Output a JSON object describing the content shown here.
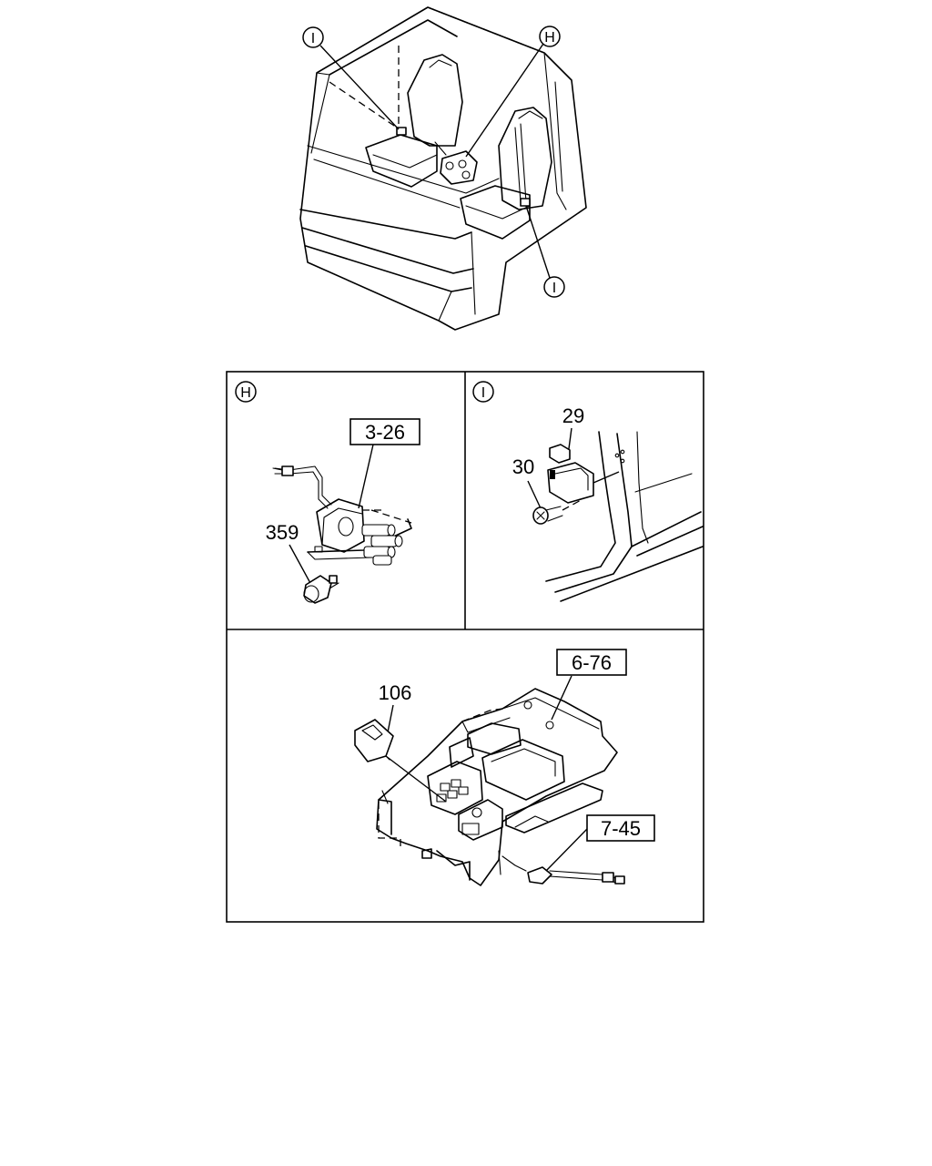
{
  "callouts": {
    "overview_i_top": "I",
    "overview_h": "H",
    "overview_i_bottom": "I",
    "panel_h_marker": "H",
    "panel_i_marker": "I"
  },
  "parts": {
    "ref_3_26": "3-26",
    "part_359": "359",
    "part_29": "29",
    "part_30": "30",
    "ref_6_76": "6-76",
    "part_106": "106",
    "ref_7_45": "7-45"
  }
}
